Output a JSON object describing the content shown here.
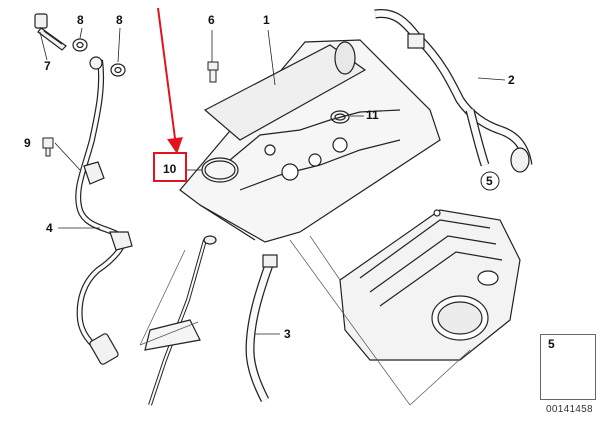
{
  "callouts": {
    "c1": "1",
    "c2": "2",
    "c3": "3",
    "c4": "4",
    "c5": "5",
    "c6": "6",
    "c7": "7",
    "c8a": "8",
    "c8b": "8",
    "c9": "9",
    "c10": "10",
    "c11": "11",
    "legend5": "5"
  },
  "catalog_number": "00141458",
  "colors": {
    "highlight": "#e0141e",
    "line": "#222222",
    "fill": "#f4f4f4"
  },
  "icons": [
    "hose-clamp-icon",
    "placement-arrow-icon"
  ]
}
